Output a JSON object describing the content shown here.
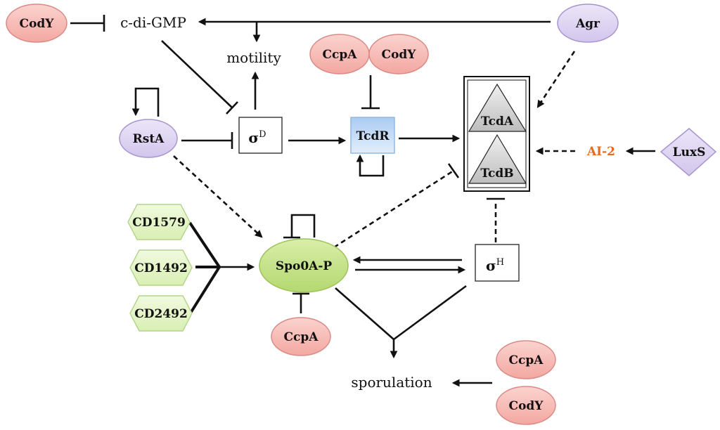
{
  "diagram": {
    "colors": {
      "regulator_red_fill": "#f6b7b2",
      "regulator_red_stroke": "#d98a85",
      "purple_fill": "#ddd3f0",
      "purple_stroke": "#a894cf",
      "green_fill": "#c5e28a",
      "green_stroke": "#9cc25a",
      "hex_fill": "#e6f6c9",
      "hex_stroke": "#b3d48a",
      "tcdr_fill": "#c4dcf6",
      "tcdr_stroke": "#8fb4e0",
      "toxin_fill": "#d3d3d3",
      "ai2_color": "#e8681e"
    },
    "nodes": {
      "cody_top": "CodY",
      "c_di_gmp": "c-di-GMP",
      "motility": "motility",
      "agr": "Agr",
      "ccpa_mid": "CcpA",
      "cody_mid": "CodY",
      "rsta": "RstA",
      "sigma_d": {
        "base": "σ",
        "sup": "D"
      },
      "tcdr": "TcdR",
      "tcda": "TcdA",
      "tcdb": "TcdB",
      "ai2": "AI-2",
      "luxs": "LuxS",
      "cd1579": "CD1579",
      "cd1492": "CD1492",
      "cd2492": "CD2492",
      "spo0a_p": "Spo0A-P",
      "sigma_h": {
        "base": "σ",
        "sup": "H"
      },
      "ccpa_bottom": "CcpA",
      "sporulation": "sporulation",
      "ccpa_right": "CcpA",
      "cody_right": "CodY"
    },
    "edges": [
      {
        "from": "CodY",
        "to": "c-di-GMP",
        "type": "inhibition"
      },
      {
        "from": "Agr",
        "to": "c-di-GMP",
        "type": "activation"
      },
      {
        "from": "Agr/c-di-GMP line",
        "to": "motility",
        "type": "activation"
      },
      {
        "from": "c-di-GMP",
        "to": "σD",
        "type": "inhibition"
      },
      {
        "from": "σD",
        "to": "motility",
        "type": "activation"
      },
      {
        "from": "RstA",
        "to": "RstA",
        "type": "autoregulation"
      },
      {
        "from": "RstA",
        "to": "σD",
        "type": "inhibition"
      },
      {
        "from": "RstA",
        "to": "Spo0A-P",
        "type": "activation",
        "style": "dashed"
      },
      {
        "from": "σD",
        "to": "TcdR",
        "type": "activation"
      },
      {
        "from": "CcpA/CodY",
        "to": "TcdR",
        "type": "inhibition"
      },
      {
        "from": "TcdR",
        "to": "TcdR",
        "type": "autoactivation"
      },
      {
        "from": "TcdR",
        "to": "TcdA/TcdB",
        "type": "activation"
      },
      {
        "from": "Agr",
        "to": "TcdA/TcdB",
        "type": "activation",
        "style": "dashed"
      },
      {
        "from": "AI-2",
        "to": "TcdA/TcdB",
        "type": "activation",
        "style": "dashed"
      },
      {
        "from": "LuxS",
        "to": "AI-2",
        "type": "activation"
      },
      {
        "from": "Spo0A-P",
        "to": "TcdA/TcdB",
        "type": "inhibition",
        "style": "dashed"
      },
      {
        "from": "σH",
        "to": "TcdA/TcdB",
        "type": "inhibition",
        "style": "dashed"
      },
      {
        "from": "CD1579/CD1492/CD2492",
        "to": "Spo0A-P",
        "type": "activation"
      },
      {
        "from": "Spo0A-P",
        "to": "Spo0A-P",
        "type": "autoinhibition"
      },
      {
        "from": "σH",
        "to": "Spo0A-P",
        "type": "activation"
      },
      {
        "from": "Spo0A-P",
        "to": "σH",
        "type": "activation"
      },
      {
        "from": "CcpA",
        "to": "Spo0A-P",
        "type": "inhibition"
      },
      {
        "from": "Spo0A-P + σH",
        "to": "sporulation",
        "type": "activation"
      },
      {
        "from": "CcpA/CodY",
        "to": "sporulation",
        "type": "activation"
      }
    ]
  }
}
